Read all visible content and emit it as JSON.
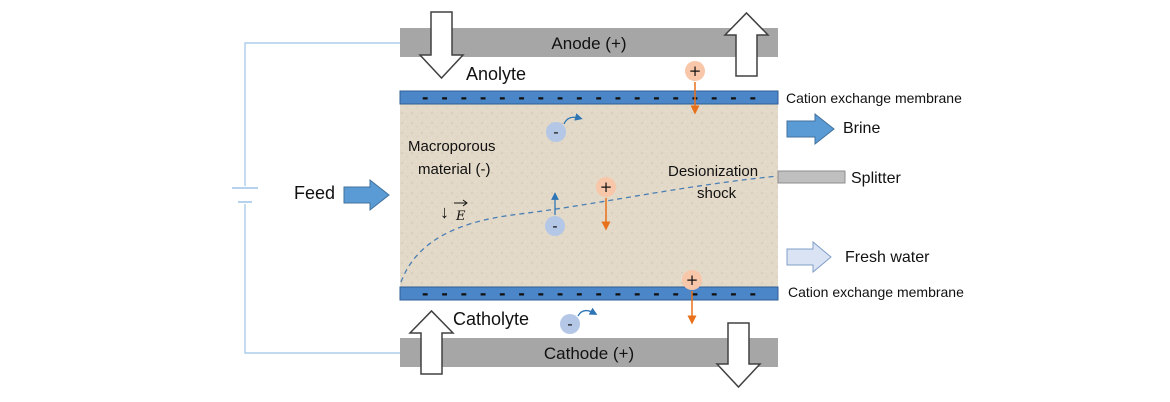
{
  "electrodes": {
    "anode": "Anode (+)",
    "cathode": "Cathode (+)"
  },
  "chambers": {
    "anolyte": "Anolyte",
    "catholyte": "Catholyte"
  },
  "membranes": {
    "top": "Cation exchange membrane",
    "bottom": "Cation exchange membrane",
    "fixed_charge": "- - - - - - - - - - - - - - - - - -"
  },
  "cell": {
    "material_line1": "Macroporous",
    "material_line2": "material (-)",
    "field_symbol": "E",
    "field_arrow": "↓",
    "shock_line1": "Desionization",
    "shock_line2": "shock"
  },
  "streams": {
    "feed": "Feed",
    "brine": "Brine",
    "splitter": "Splitter",
    "fresh_water": "Fresh water"
  },
  "ions": {
    "cation": "+",
    "anion": "-"
  },
  "colors": {
    "electrode": "#a6a6a6",
    "membrane": "#4a86c8",
    "cation": "#f8c6a8",
    "cation_arrow": "#e8701a",
    "anion": "#b4c7e7",
    "anion_arrow": "#2e75b6",
    "stream_arrow": "#5b9bd5",
    "fresh_arrow": "#dae3f3",
    "wire": "#9dc3e6"
  }
}
